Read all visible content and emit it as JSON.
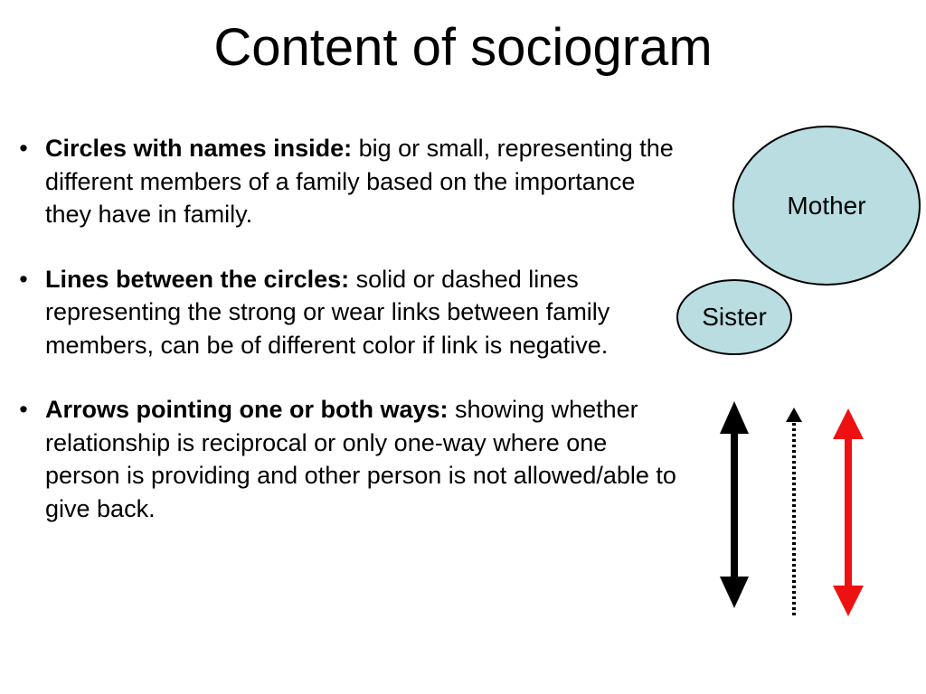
{
  "slide": {
    "title": "Content of sociogram",
    "bullets": [
      {
        "term": "Circles with names inside:",
        "text": " big or small, representing the different members of a family based on the importance they have in family."
      },
      {
        "term": "Lines between the circles:",
        "text": " solid or dashed lines representing the strong or wear links between family members, can be of different color if link is negative."
      },
      {
        "term": "Arrows pointing one or both ways:",
        "text": " showing whether relationship is reciprocal or only one-way where one person is providing and other person is not allowed/able to give back."
      }
    ],
    "bullet_symbol": "•"
  },
  "diagram": {
    "circles": {
      "mother": "Mother",
      "sister": "Sister"
    },
    "circle_fill": "#b9dde0",
    "arrow_colors": {
      "solid": "#000000",
      "dashed": "#000000",
      "negative": "#ee1111"
    }
  }
}
